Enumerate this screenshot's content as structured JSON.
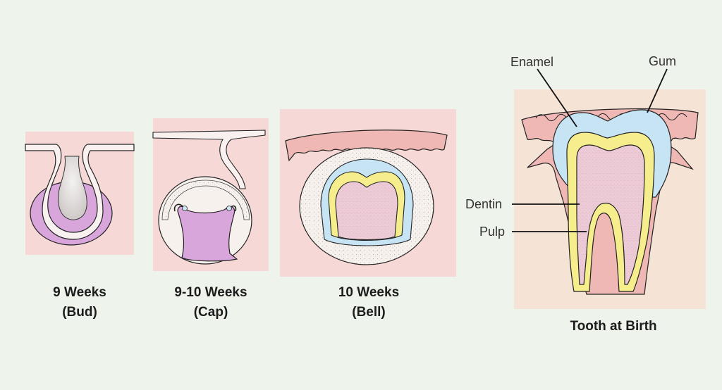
{
  "stages": [
    {
      "title": "9 Weeks",
      "subtitle": "(Bud)"
    },
    {
      "title": "9-10 Weeks",
      "subtitle": "(Cap)"
    },
    {
      "title": "10 Weeks",
      "subtitle": "(Bell)"
    },
    {
      "title": "Tooth at Birth"
    }
  ],
  "labels": {
    "enamel": "Enamel",
    "gum": "Gum",
    "dentin": "Dentin",
    "pulp": "Pulp"
  },
  "colors": {
    "background": "#eef4ec",
    "panel": "#f6d9d6",
    "birth_panel": "#f5e3d6",
    "gum": "#efb8b5",
    "enamel": "#c7e4f4",
    "dentin": "#f6ee8c",
    "pulp": "#ebc3dc",
    "bud_purple": "#d9a6dc"
  }
}
